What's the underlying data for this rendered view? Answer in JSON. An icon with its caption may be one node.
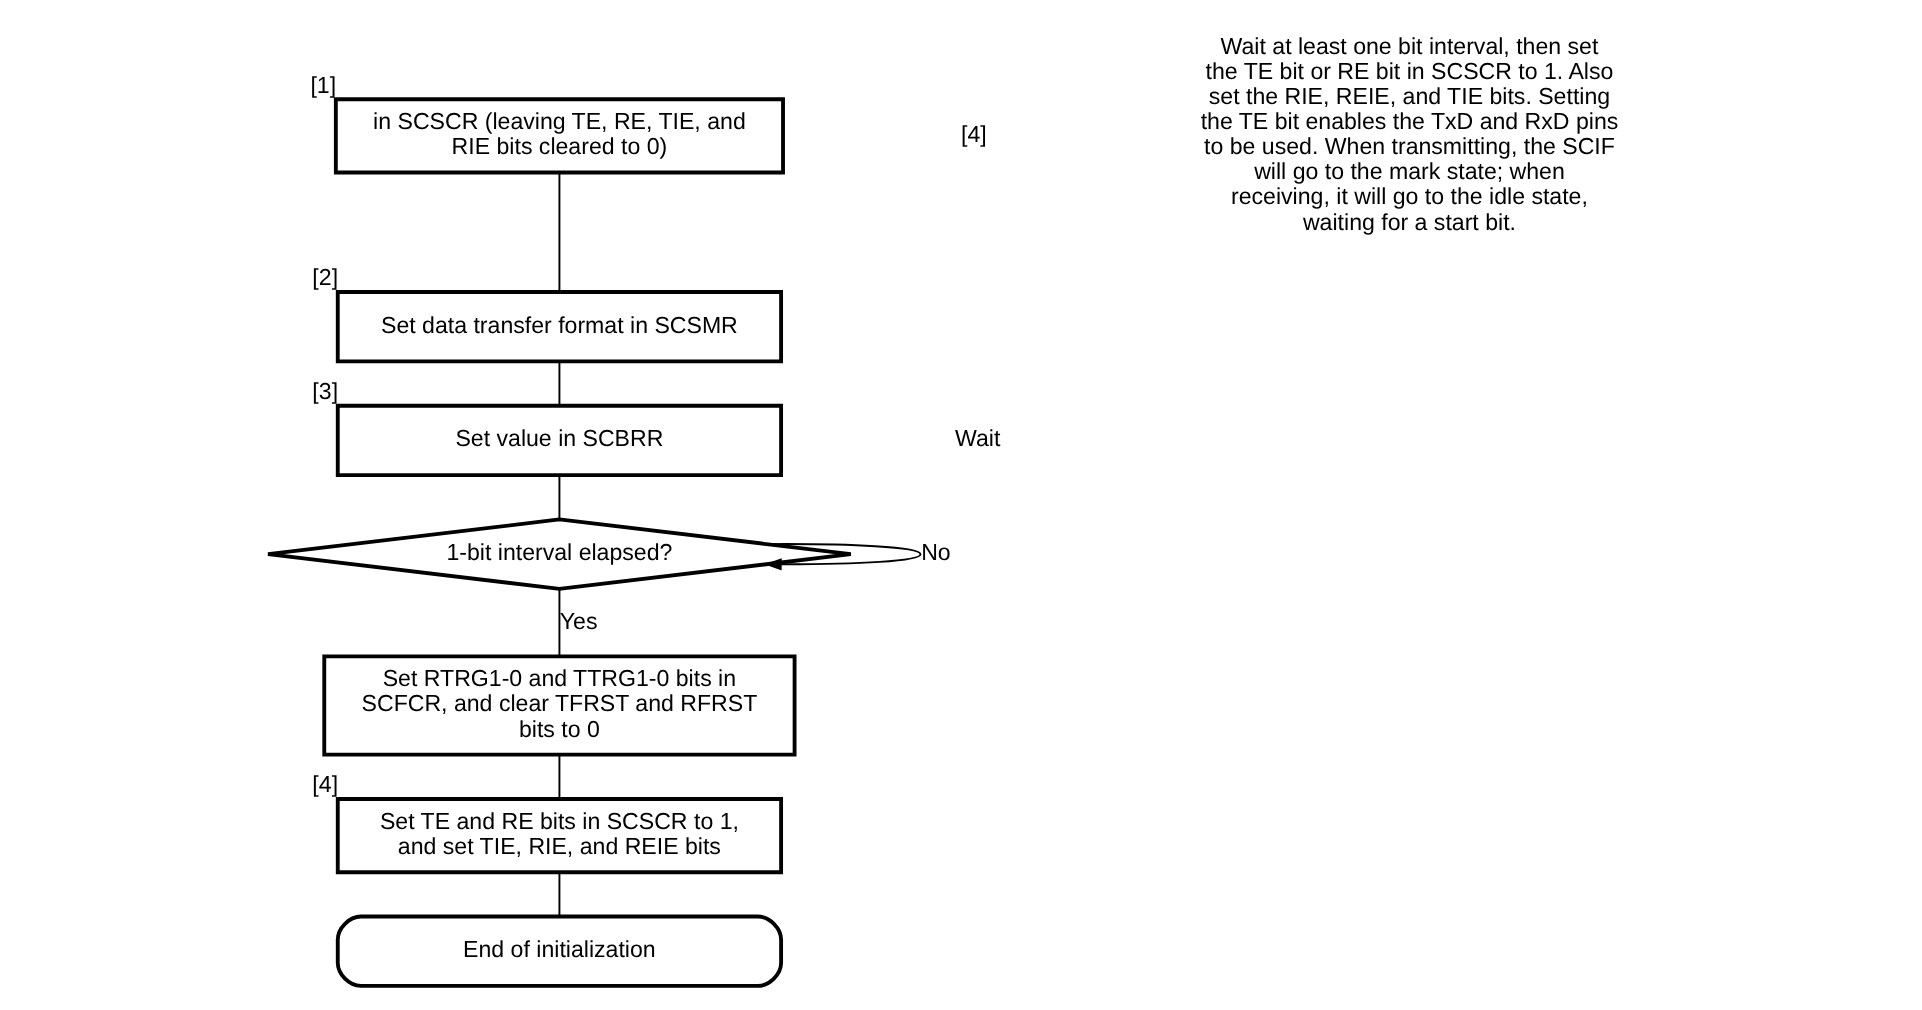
{
  "diagram": {
    "nodes": [
      {
        "text": [
          "in SCSCR (leaving TE, RE, TIE, and RIE bits cleared to 0)"
        ],
        "beside": [
          "[1]"
        ]
      },
      {
        "text": [
          "Set data transfer format in SCSMR"
        ],
        "beside": [
          "[2]"
        ]
      },
      {
        "text": [
          "Set value in SCBRR"
        ],
        "beside": [
          "[3]"
        ]
      },
      {
        "text": [
          "1-bit interval elapsed?"
        ]
      },
      {
        "text": [
          "Set RTRG1-0 and TTRG1-0 bits in SCFCR, and clear TFRST and RFRST bits to 0"
        ]
      },
      {
        "text": [
          "Set TE and RE bits in SCSCR to 1, and set TIE, RIE, and REIE bits"
        ],
        "beside": [
          "[4]"
        ]
      },
      {
        "text": [
          "End of initialization"
        ]
      }
    ],
    "edges": [
      {
        "from": 0,
        "to": 1,
        "arrow": "none"
      },
      {
        "from": 1,
        "to": 2,
        "arrow": "none"
      },
      {
        "from": 2,
        "to": 3,
        "arrow": "none"
      },
      {
        "from": 3,
        "to": 3,
        "arrow": "to",
        "label": "No"
      },
      {
        "from": 3,
        "to": 4,
        "arrow": "none",
        "label": "Yes"
      },
      {
        "from": 4,
        "to": 5,
        "arrow": "none"
      },
      {
        "from": 5,
        "to": 6,
        "arrow": "none"
      }
    ],
    "labels": [
      "Wait",
      "[4]",
      "Wait at least one bit interval, then set the TE bit or RE bit in SCSCR to 1. Also set the RIE, REIE, and TIE bits. Setting the TE bit enables the TxD and RxD pins to be used. When transmitting, the SCIF will go to the mark state; when receiving, it will go to the idle state, waiting for a start bit."
    ]
  }
}
